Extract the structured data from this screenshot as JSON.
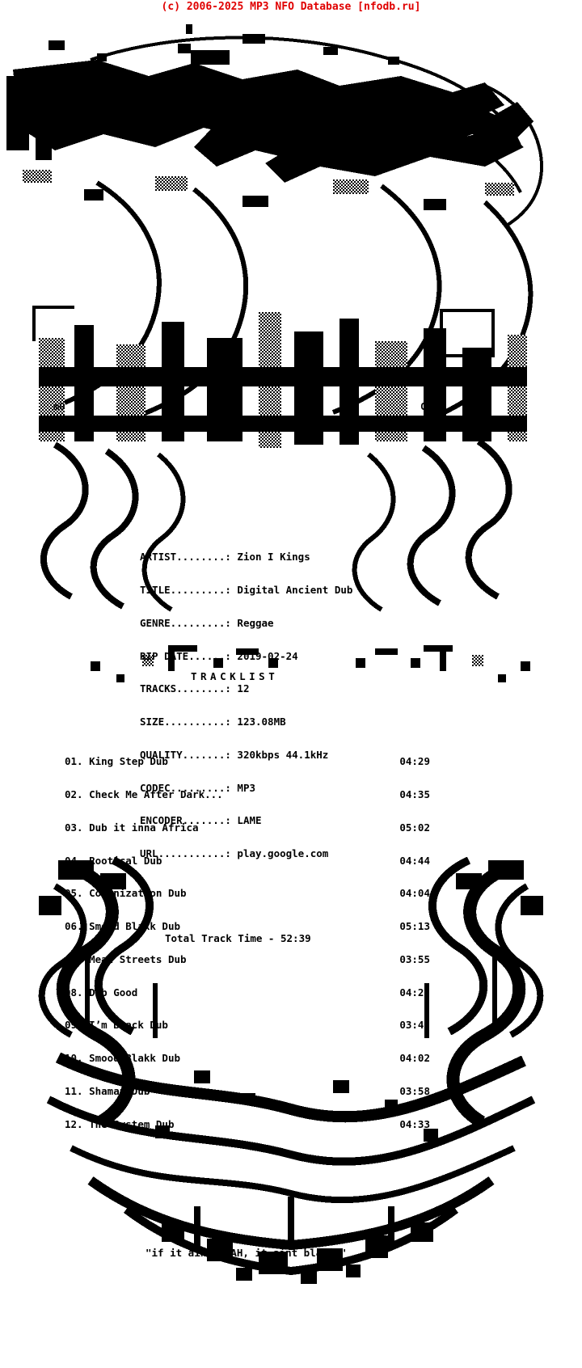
{
  "banner": {
    "text": "(c) 2006-2025 MP3 NFO Database [nfodb.ru]",
    "color": "#e00000"
  },
  "art": {
    "side_label_left": "mO",
    "side_label_right": "CRO",
    "ink": "#000000",
    "paper": "#ffffff"
  },
  "info": {
    "rows": [
      {
        "label": "ARTIST........:",
        "value": "Zion I Kings"
      },
      {
        "label": "TITLE.........:",
        "value": "Digital Ancient Dub"
      },
      {
        "label": "GENRE.........:",
        "value": "Reggae"
      },
      {
        "label": "RIP DATE......:",
        "value": "2019-02-24"
      },
      {
        "label": "TRACKS........:",
        "value": "12"
      },
      {
        "label": "SIZE..........:",
        "value": "123.08MB"
      },
      {
        "label": "QUALITY.......:",
        "value": "320kbps 44.1kHz"
      },
      {
        "label": "CODEC.........:",
        "value": "MP3"
      },
      {
        "label": "ENCODER.......:",
        "value": "LAME"
      },
      {
        "label": "URL...........:",
        "value": "play.google.com"
      }
    ]
  },
  "tracklist": {
    "heading": "TRACKLIST",
    "tracks": [
      {
        "num": "01.",
        "title": "King Step Dub",
        "time": "04:29"
      },
      {
        "num": "02.",
        "title": "Check Me After Dark...",
        "time": "04:35"
      },
      {
        "num": "03.",
        "title": "Dub it inna Africa",
        "time": "05:02"
      },
      {
        "num": "04.",
        "title": "Rootical Dub",
        "time": "04:44"
      },
      {
        "num": "05.",
        "title": "Colonization Dub",
        "time": "04:04"
      },
      {
        "num": "06.",
        "title": "Smood Blakk Dub",
        "time": "05:13"
      },
      {
        "num": "07.",
        "title": "Mean Streets Dub",
        "time": "03:55"
      },
      {
        "num": "08.",
        "title": "Dub Good",
        "time": "04:22"
      },
      {
        "num": "09.",
        "title": "I’m Black Dub",
        "time": "03:42"
      },
      {
        "num": "10.",
        "title": "Smood Blakk Dub",
        "time": "04:02"
      },
      {
        "num": "11.",
        "title": "Shaman Dub",
        "time": "03:58"
      },
      {
        "num": "12.",
        "title": "The System Dub",
        "time": "04:33"
      }
    ],
    "total_label": "Total Track Time - 52:39"
  },
  "footer": {
    "quote": "\"if it aint -JAH, it aint blazin\""
  }
}
